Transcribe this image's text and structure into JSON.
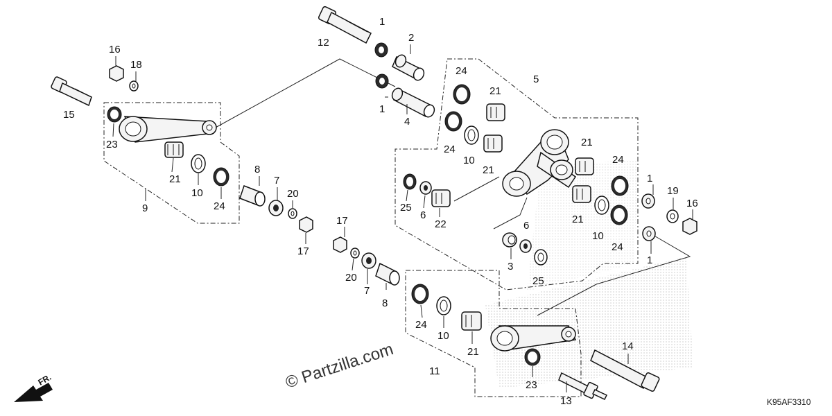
{
  "diagram": {
    "watermark": "© Partzilla.com",
    "diagram_code": "K95AF3310",
    "direction_arrow": "FR.",
    "callouts": {
      "p1a": "1",
      "p1b": "1",
      "p1c": "1",
      "p1d": "1",
      "p2": "2",
      "p3": "3",
      "p4": "4",
      "p5": "5",
      "p6a": "6",
      "p6b": "6",
      "p7a": "7",
      "p7b": "7",
      "p8a": "8",
      "p8b": "8",
      "p9": "9",
      "p10a": "10",
      "p10b": "10",
      "p10c": "10",
      "p10d": "10",
      "p11": "11",
      "p12": "12",
      "p13": "13",
      "p14": "14",
      "p15": "15",
      "p16a": "16",
      "p16b": "16",
      "p17a": "17",
      "p17b": "17",
      "p18": "18",
      "p19": "19",
      "p20a": "20",
      "p20b": "20",
      "p21a": "21",
      "p21b": "21",
      "p21c": "21",
      "p21d": "21",
      "p21e": "21",
      "p21f": "21",
      "p22": "22",
      "p23a": "23",
      "p23b": "23",
      "p24a": "24",
      "p24b": "24",
      "p24c": "24",
      "p24d": "24",
      "p24e": "24",
      "p24f": "24",
      "p25a": "25",
      "p25b": "25"
    }
  }
}
